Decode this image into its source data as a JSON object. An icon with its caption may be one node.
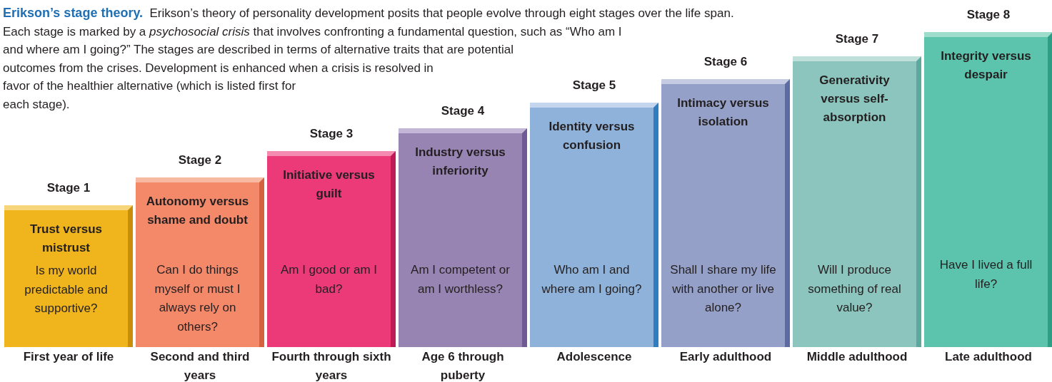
{
  "diagram": {
    "title": "Erikson’s stage theory.",
    "caption": "Erikson’s theory of personality development posits that people evolve through eight stages over the life span. Each stage is marked by a *psychosocial crisis* that involves confronting a fundamental question, such as “Who am I and where am I going?” The stages are described in terms of alternative traits that are potential outcomes from the crises. Development is enhanced when a crisis is resolved in favor of the healthier alternative (which is listed first for each stage).",
    "nodes": [
      {
        "text": [
          "Trust versus mistrust",
          "Is my world predictable and supportive?"
        ],
        "beside": [
          "Stage 1",
          "First year of life"
        ]
      },
      {
        "text": [
          "Autonomy versus shame and doubt",
          "Can I do things myself or must I always rely on others?"
        ],
        "beside": [
          "Stage 2",
          "Second and third years"
        ]
      },
      {
        "text": [
          "Initiative versus guilt",
          "Am I good or am I bad?"
        ],
        "beside": [
          "Stage 3",
          "Fourth through sixth years"
        ]
      },
      {
        "text": [
          "Industry versus inferiority",
          "Am I competent or am I worthless?"
        ],
        "beside": [
          "Stage 4",
          "Age 6 through puberty"
        ]
      },
      {
        "text": [
          "Identity versus confusion",
          "Who am I and where am I going?"
        ],
        "beside": [
          "Stage 5",
          "Adolescence"
        ]
      },
      {
        "text": [
          "Intimacy versus isolation",
          "Shall I share my life with another or live alone?"
        ],
        "beside": [
          "Stage 6",
          "Early adulthood"
        ]
      },
      {
        "text": [
          "Generativity versus self-absorption",
          "Will I produce something of real value?"
        ],
        "beside": [
          "Stage 7",
          "Middle adulthood"
        ]
      },
      {
        "text": [
          "Integrity versus despair",
          "Have I lived a full life?"
        ],
        "beside": [
          "Stage 8",
          "Late adulthood"
        ]
      }
    ]
  }
}
